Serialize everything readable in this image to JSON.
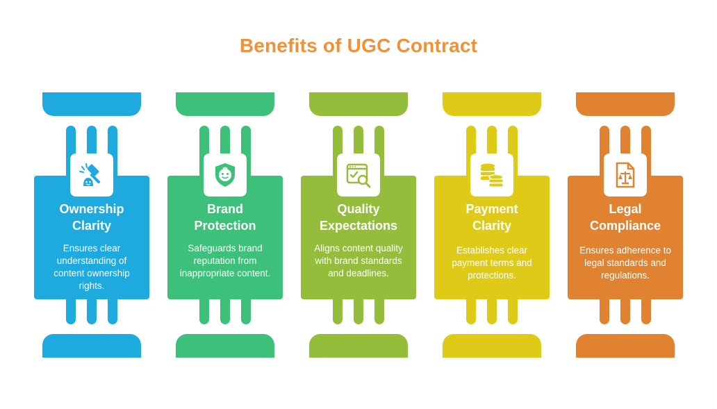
{
  "title": "Benefits of UGC Contract",
  "cards": [
    {
      "title_line1": "Ownership",
      "title_line2": "Clarity",
      "description": "Ensures clear understanding of content ownership rights.",
      "color": "#1eaadf",
      "icon": "gavel-icon"
    },
    {
      "title_line1": "Brand",
      "title_line2": "Protection",
      "description": "Safeguards brand reputation from inappropriate content.",
      "color": "#3cc07a",
      "icon": "shield-face-icon"
    },
    {
      "title_line1": "Quality",
      "title_line2": "Expectations",
      "description": "Aligns content quality with brand standards and deadlines.",
      "color": "#93bd3a",
      "icon": "browser-search-icon"
    },
    {
      "title_line1": "Payment",
      "title_line2": "Clarity",
      "description": "Establishes clear payment terms and protections.",
      "color": "#dfcb17",
      "icon": "coins-icon"
    },
    {
      "title_line1": "Legal",
      "title_line2": "Compliance",
      "description": "Ensures adherence to legal standards and regulations.",
      "color": "#e0822f",
      "icon": "legal-scale-icon"
    }
  ]
}
